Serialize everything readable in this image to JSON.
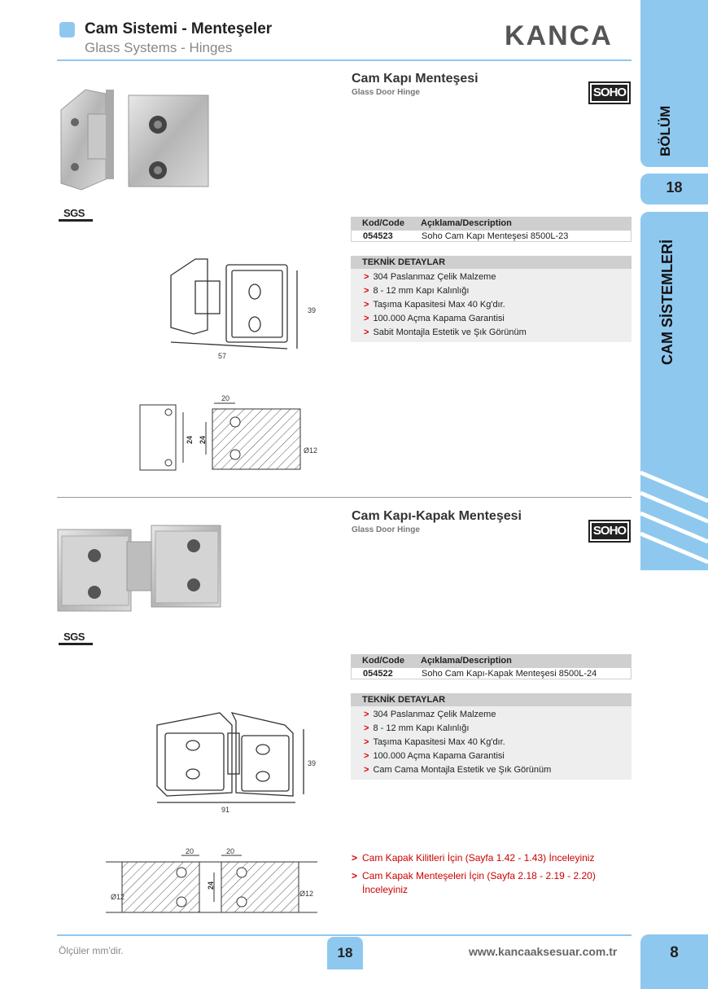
{
  "header": {
    "title": "Cam Sistemi - Menteşeler",
    "subtitle": "Glass Systems - Hinges",
    "brand": "KANCA"
  },
  "side_tab": {
    "section_label": "BÖLÜM",
    "section_number": "18",
    "category": "CAM SİSTEMLERİ"
  },
  "products": [
    {
      "title": "Cam Kapı Menteşesi",
      "subtitle": "Glass Door Hinge",
      "badge": "SOHO",
      "certificate": "SGS",
      "table": {
        "headers": [
          "Kod/Code",
          "Açıklama/Description"
        ],
        "rows": [
          [
            "054523",
            "Soho Cam Kapı Menteşesi 8500L-23"
          ]
        ]
      },
      "tech_title": "TEKNİK DETAYLAR",
      "tech_items": [
        "304 Paslanmaz Çelik Malzeme",
        "8 - 12 mm Kapı Kalınlığı",
        "Taşıma Kapasitesi Max 40 Kg'dır.",
        "100.000 Açma Kapama Garantisi",
        "Sabit Montajla Estetik ve Şık Görünüm"
      ],
      "dims": {
        "height": "39",
        "width": "57",
        "d20": "20",
        "d24a": "24",
        "d24b": "24",
        "hole": "Ø12"
      }
    },
    {
      "title": "Cam Kapı-Kapak Menteşesi",
      "subtitle": "Glass Door Hinge",
      "badge": "SOHO",
      "certificate": "SGS",
      "table": {
        "headers": [
          "Kod/Code",
          "Açıklama/Description"
        ],
        "rows": [
          [
            "054522",
            "Soho Cam Kapı-Kapak Menteşesi 8500L-24"
          ]
        ]
      },
      "tech_title": "TEKNİK DETAYLAR",
      "tech_items": [
        "304 Paslanmaz Çelik Malzeme",
        "8 - 12 mm Kapı Kalınlığı",
        "Taşıma Kapasitesi Max 40 Kg'dır.",
        "100.000 Açma Kapama Garantisi",
        "Cam Cama Montajla Estetik ve Şık Görünüm"
      ],
      "dims": {
        "height": "39",
        "width": "91",
        "d20a": "20",
        "d20b": "20",
        "d24": "24",
        "hole_left": "Ø12",
        "hole_right": "Ø12"
      }
    }
  ],
  "notes": [
    "Cam Kapak Kilitleri İçin (Sayfa 1.42 - 1.43) İnceleyiniz",
    "Cam Kapak Menteşeleri İçin (Sayfa 2.18 - 2.19 - 2.20)",
    "İnceleyiniz"
  ],
  "footer": {
    "note": "Ölçüler mm'dir.",
    "page_left": "18",
    "url": "www.kancaaksesuar.com.tr",
    "page_right": "8"
  },
  "colors": {
    "accent": "#8ec8ef",
    "arrow": "#dd0000",
    "table_header": "#cfcfcf"
  }
}
